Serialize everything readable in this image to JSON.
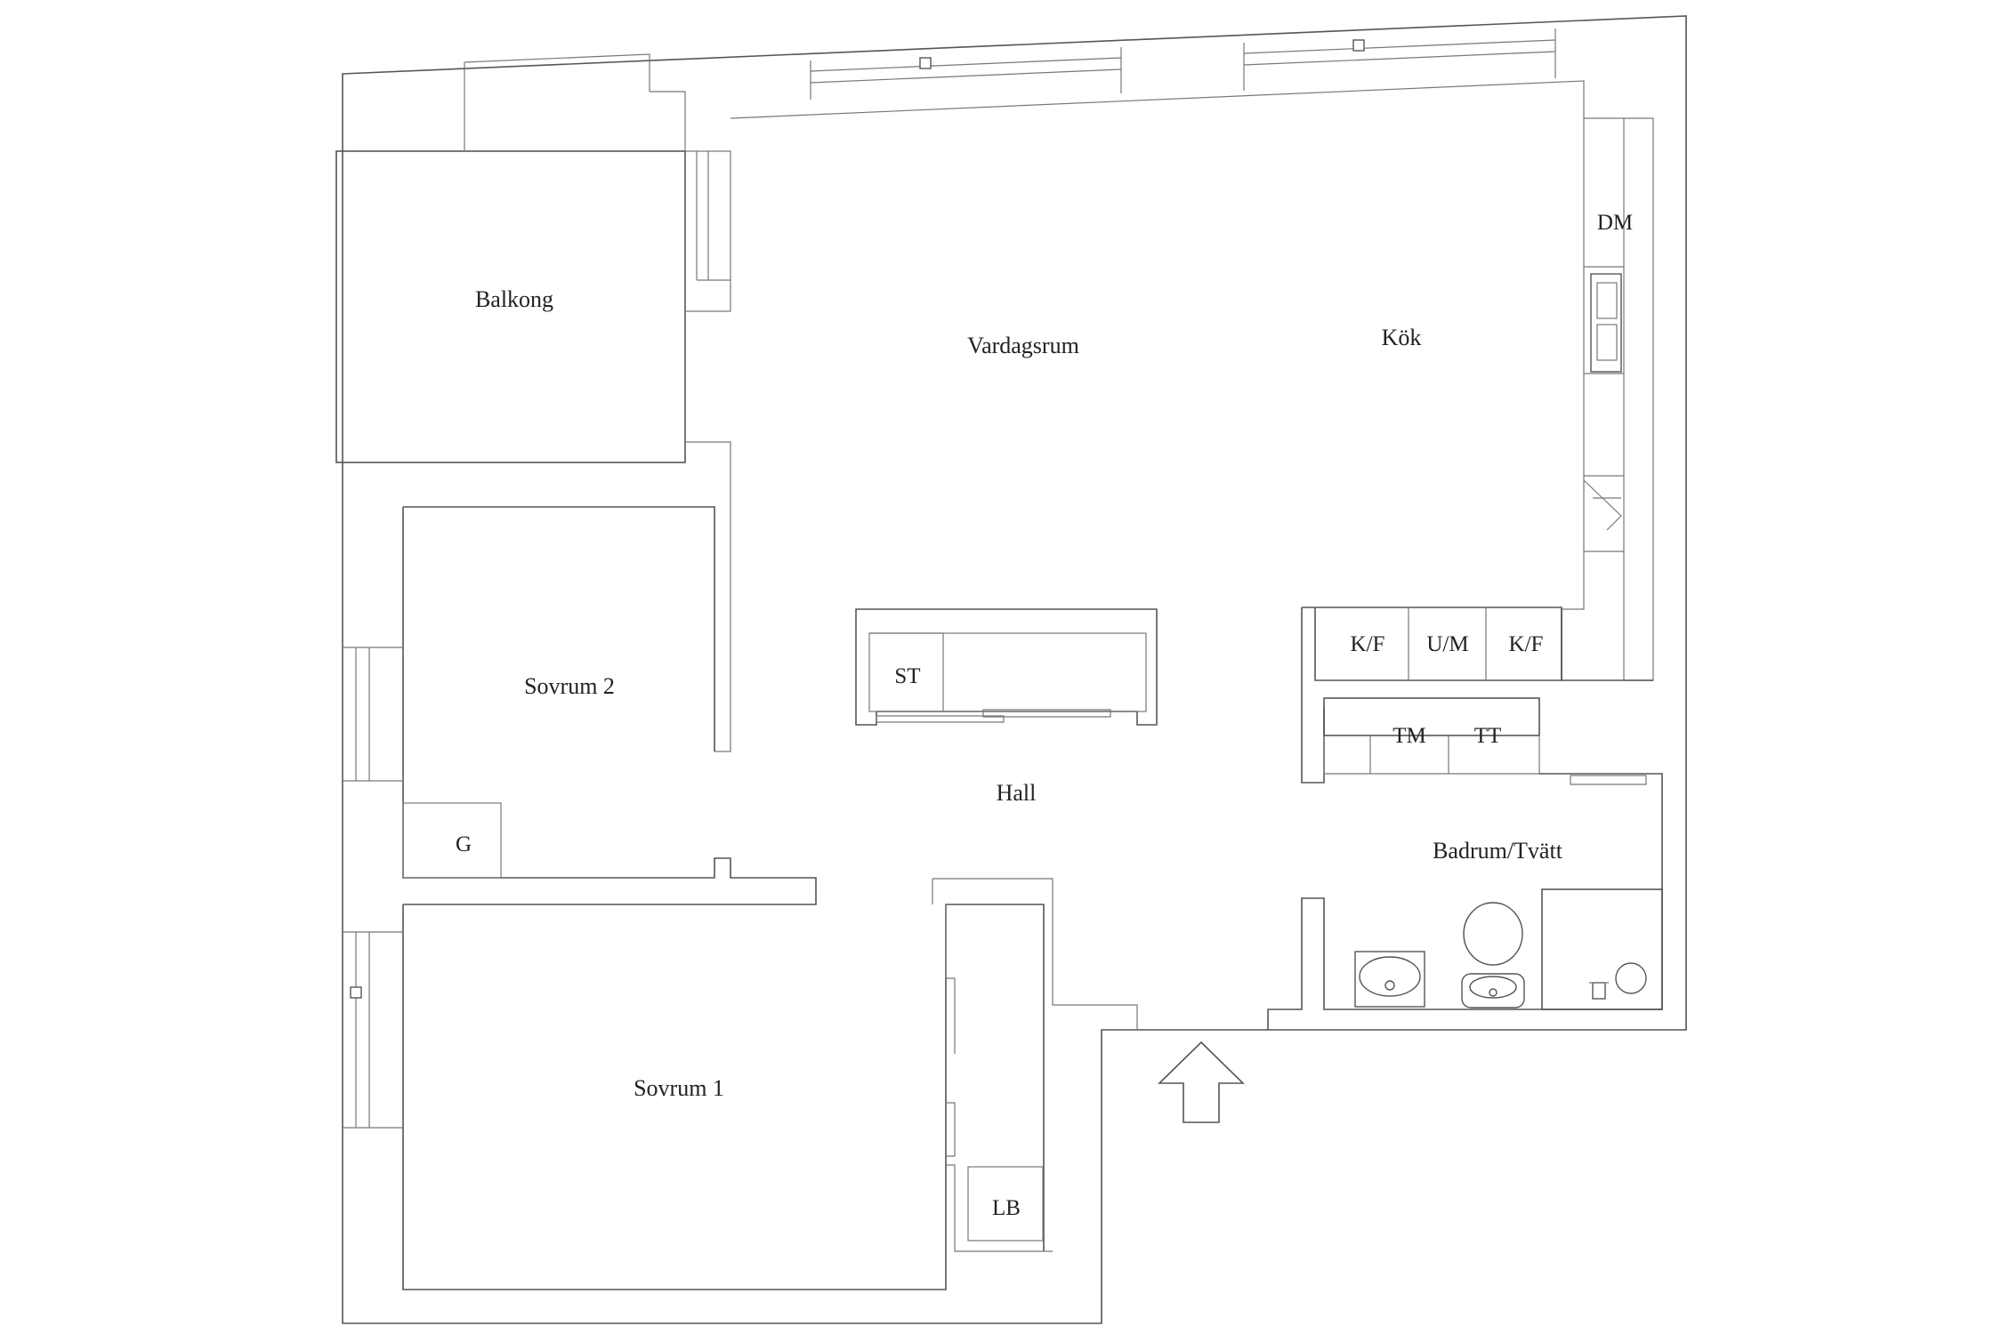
{
  "rooms": {
    "balkong": "Balkong",
    "vardagsrum": "Vardagsrum",
    "kok": "Kök",
    "sovrum2": "Sovrum 2",
    "hall": "Hall",
    "badrum": "Badrum/Tvätt",
    "sovrum1": "Sovrum 1"
  },
  "fixtures": {
    "dm": "DM",
    "kf1": "K/F",
    "um": "U/M",
    "kf2": "K/F",
    "tm": "TM",
    "tt": "TT",
    "st": "ST",
    "g": "G",
    "lb": "LB"
  },
  "icons": {
    "entrance": "arrow-up-icon",
    "sink": "sink-icon",
    "toilet": "toilet-icon",
    "shower": "shower-icon",
    "stove": "stove-icon"
  }
}
